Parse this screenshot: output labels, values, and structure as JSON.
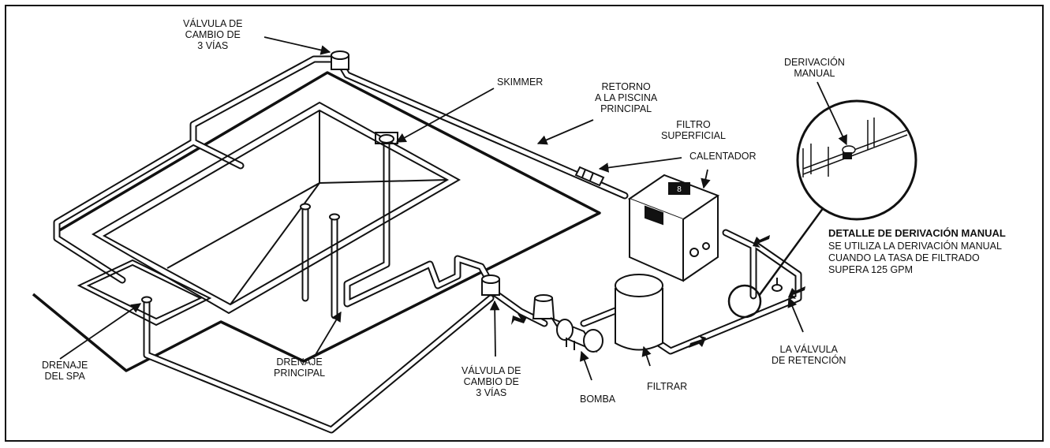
{
  "labels": {
    "valve_top": [
      "VÁLVULA DE",
      "CAMBIO DE",
      "3 VÍAS"
    ],
    "skimmer": [
      "SKIMMER"
    ],
    "return_main": [
      "RETORNO",
      "A LA PISCINA",
      "PRINCIPAL"
    ],
    "surface_filter": [
      "FILTRO",
      "SUPERFICIAL"
    ],
    "heater": [
      "CALENTADOR"
    ],
    "manual_bypass": [
      "DERIVACIÓN",
      "MANUAL"
    ],
    "spa_drain": [
      "DRENAJE",
      "DEL SPA"
    ],
    "main_drain": [
      "DRENAJE",
      "PRINCIPAL"
    ],
    "valve_bottom": [
      "VÁLVULA DE",
      "CAMBIO DE",
      "3 VÍAS"
    ],
    "pump": [
      "BOMBA"
    ],
    "filter": [
      "FILTRAR"
    ],
    "check_valve": [
      "LA VÁLVULA",
      "DE RETENCIÓN"
    ]
  },
  "detail": {
    "title": "DETALLE DE DERIVACIÓN MANUAL",
    "lines": [
      "SE UTILIZA LA DERIVACIÓN MANUAL",
      "CUANDO LA TASA DE FILTRADO",
      "SUPERA 125 GPM"
    ]
  },
  "heater_display": "8"
}
